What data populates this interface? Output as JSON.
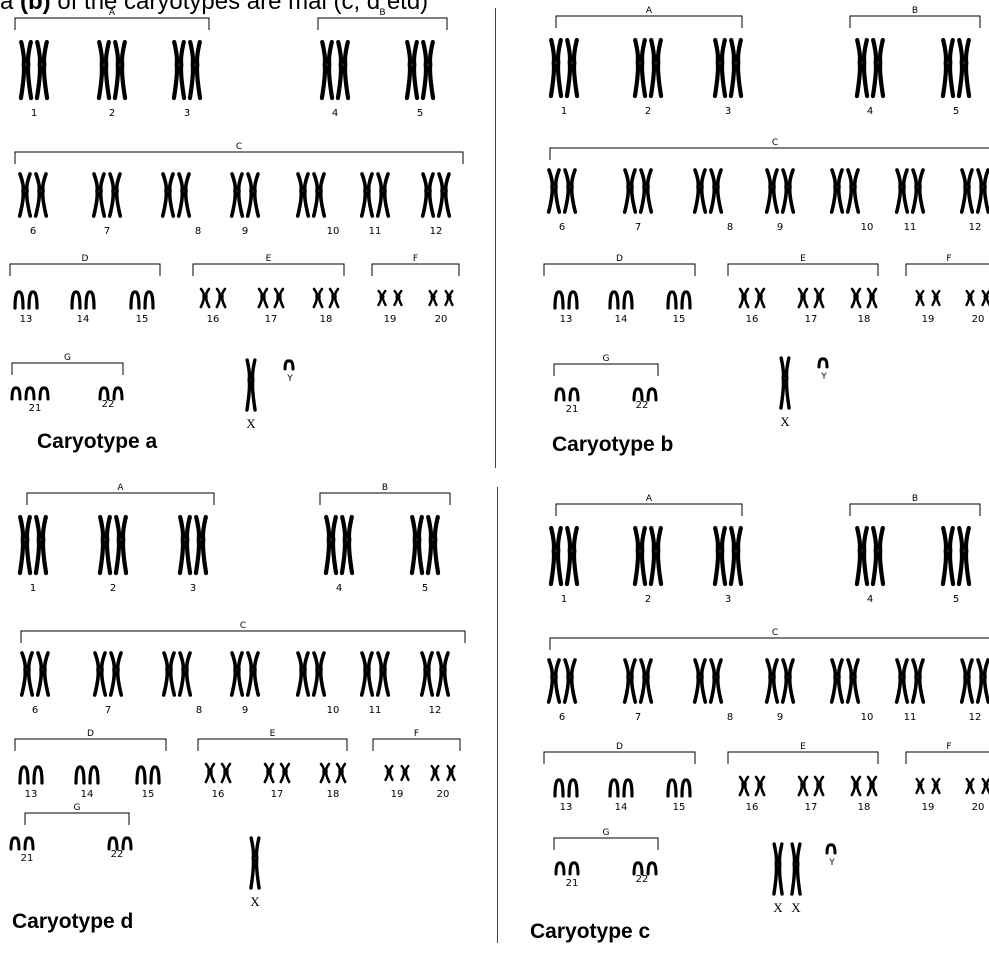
{
  "heading": {
    "prefix": "a ",
    "bold_part": "(b)",
    "suffix": " of the caryotypes are mai (c, d etd)"
  },
  "groups": [
    "A",
    "B",
    "C",
    "D",
    "E",
    "F",
    "G"
  ],
  "numbers": [
    "1",
    "2",
    "3",
    "4",
    "5",
    "6",
    "7",
    "8",
    "9",
    "10",
    "11",
    "12",
    "13",
    "14",
    "15",
    "16",
    "17",
    "18",
    "19",
    "20",
    "21",
    "22"
  ],
  "panels": [
    {
      "id": "a",
      "caption": "Caryotype a",
      "sex_labels": [
        "X",
        "Y"
      ],
      "g21": "triple"
    },
    {
      "id": "b",
      "caption": "Caryotype b",
      "sex_labels": [
        "X",
        "Y"
      ],
      "g21": "pair"
    },
    {
      "id": "d",
      "caption": "Caryotype d",
      "sex_labels": [
        "X"
      ],
      "g21": "pair"
    },
    {
      "id": "c",
      "caption": "Caryotype c",
      "sex_labels": [
        "X",
        "X",
        "Y"
      ],
      "g21": "pair"
    }
  ]
}
